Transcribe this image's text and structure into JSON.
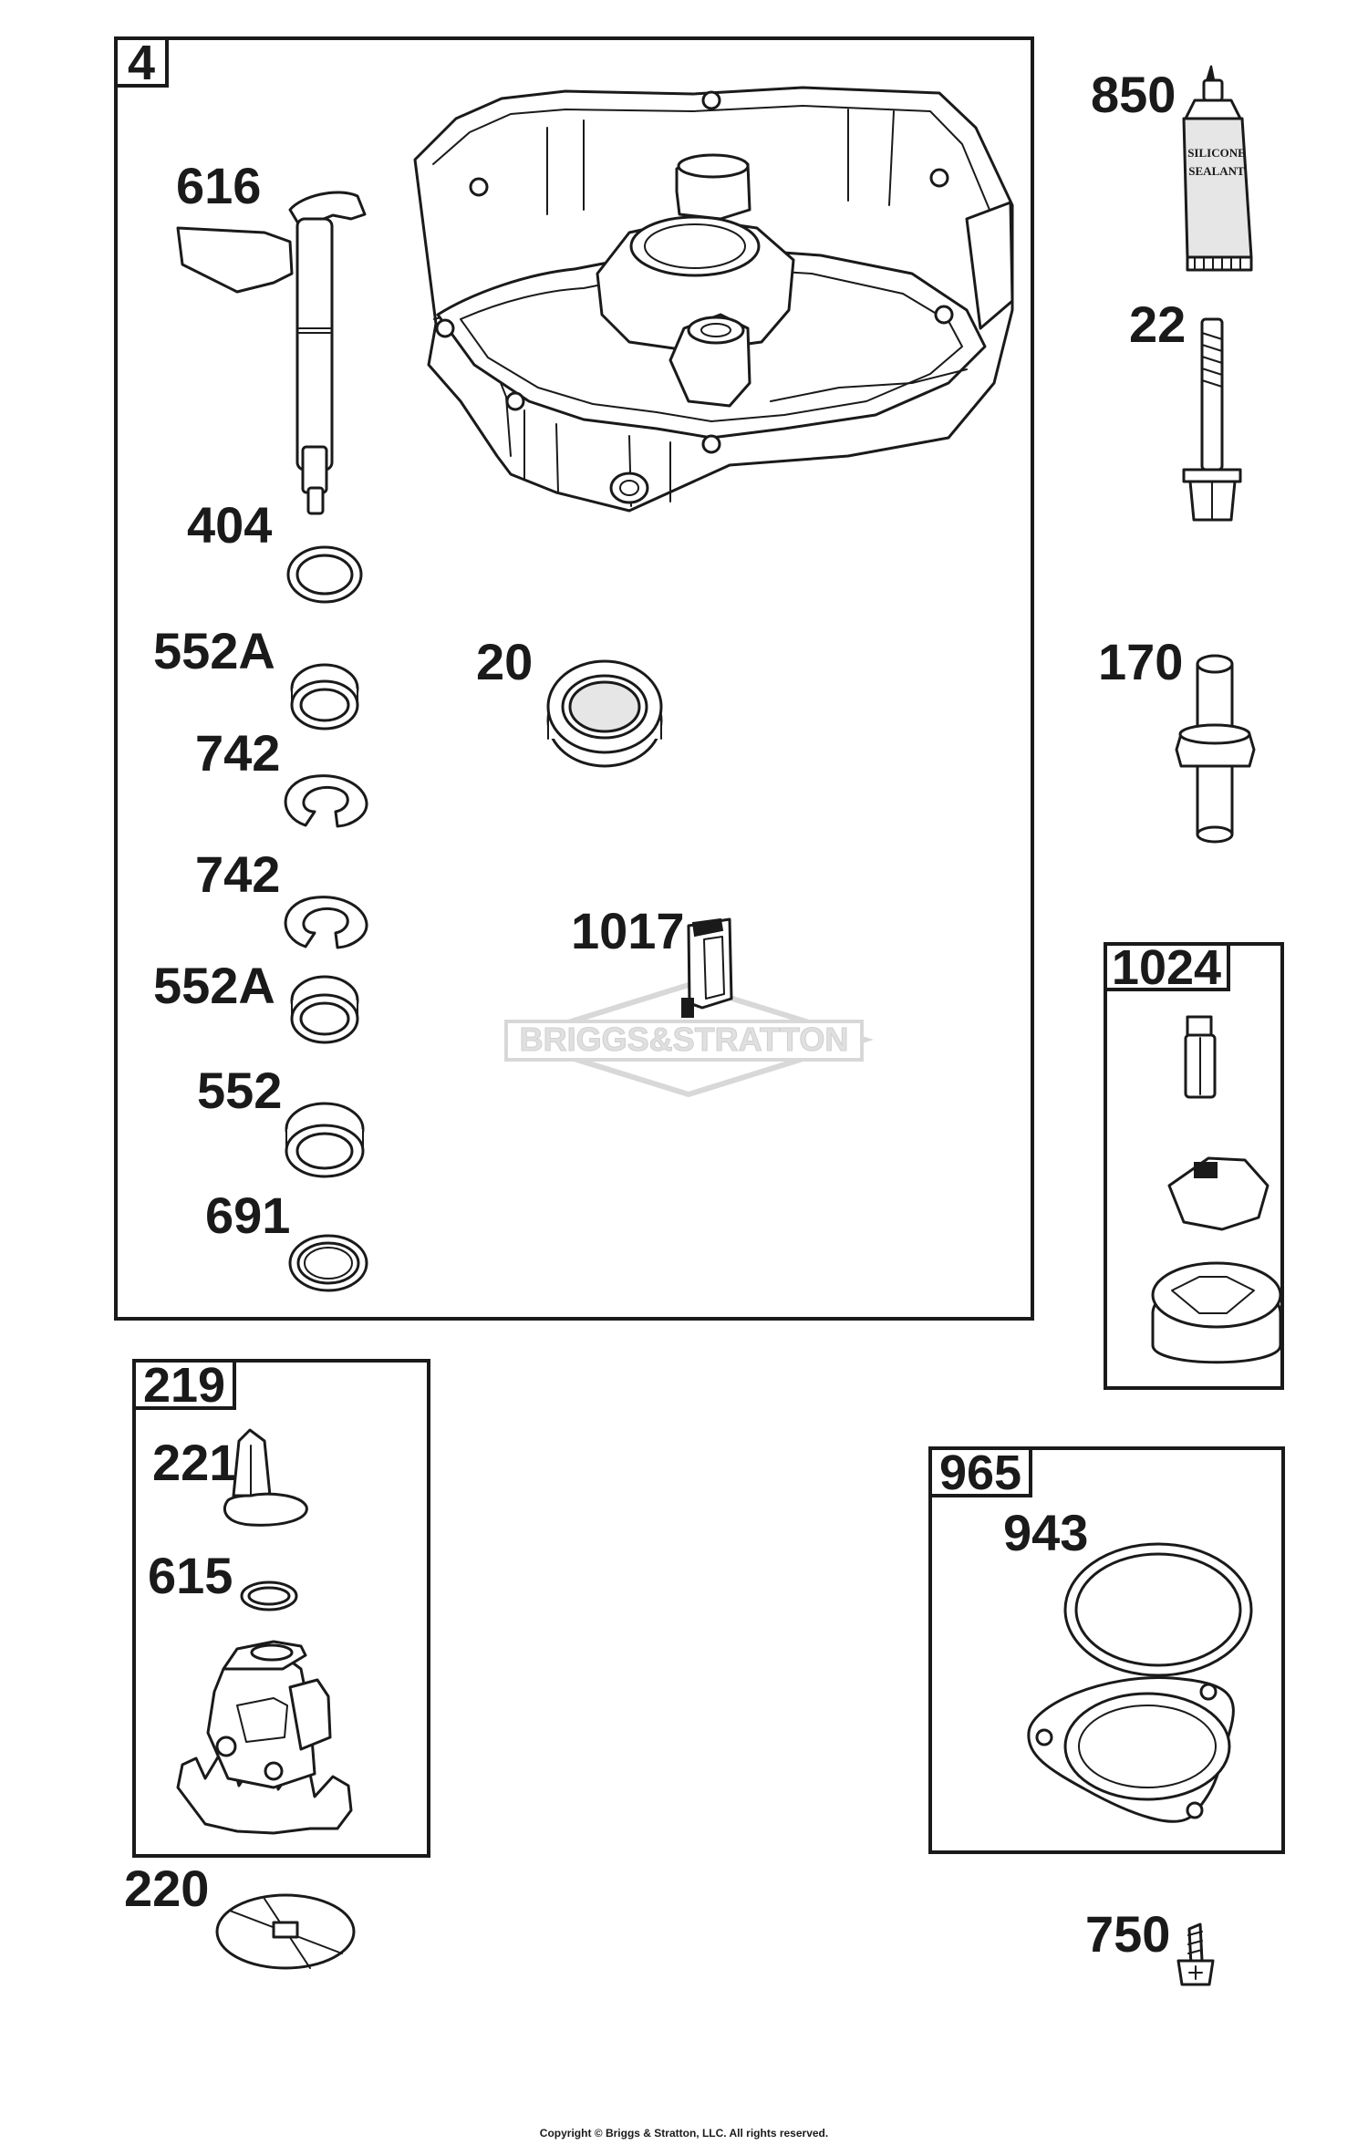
{
  "groups": {
    "main": "4",
    "oil_pump": "219",
    "governor": "1024",
    "filter_kit": "965"
  },
  "parts": {
    "p616": "616",
    "p404": "404",
    "p552a_1": "552A",
    "p742_1": "742",
    "p742_2": "742",
    "p552a_2": "552A",
    "p552": "552",
    "p691": "691",
    "p20": "20",
    "p1017": "1017",
    "p850": "850",
    "p22": "22",
    "p170": "170",
    "p221": "221",
    "p615": "615",
    "p220": "220",
    "p943": "943",
    "p750": "750"
  },
  "sealant_tube": {
    "line1": "SILICONE",
    "line2": "SEALANT"
  },
  "watermark": {
    "brand": "BRIGGS&STRATTON"
  },
  "footer": {
    "copyright": "Copyright © Briggs & Stratton, LLC. All rights reserved."
  }
}
